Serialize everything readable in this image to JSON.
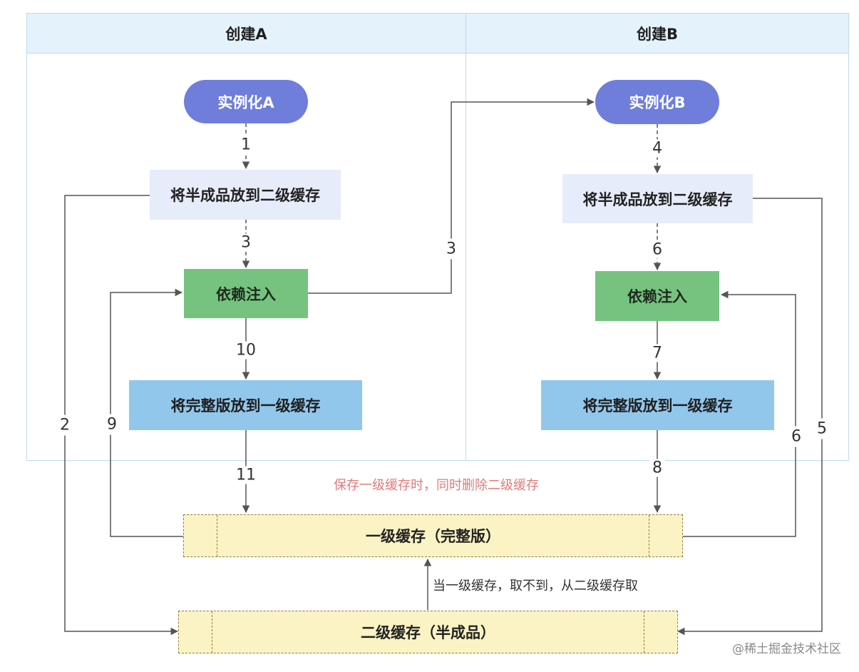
{
  "lanes": [
    {
      "title": "创建A"
    },
    {
      "title": "创建B"
    }
  ],
  "nodes": {
    "instantiate_a": "实例化A",
    "half_to_l2_a": "将半成品放到二级缓存",
    "inject_a": "依赖注入",
    "full_to_l1_a": "将完整版放到一级缓存",
    "instantiate_b": "实例化B",
    "half_to_l2_b": "将半成品放到二级缓存",
    "inject_b": "依赖注入",
    "full_to_l1_b": "将完整版放到一级缓存",
    "level1_cache": "一级缓存（完整版）",
    "level2_cache": "二级缓存（半成品）"
  },
  "edge_labels": {
    "e1": "1",
    "e3_a": "3",
    "e3_cross": "3",
    "e10": "10",
    "e11": "11",
    "e2": "2",
    "e9": "9",
    "e4": "4",
    "e6_b": "6",
    "e7": "7",
    "e8": "8",
    "e6_right": "6",
    "e5": "5"
  },
  "notes": {
    "delete_l2": "保存一级缓存时，同时删除二级缓存",
    "fallback": "当一级缓存，取不到，从二级缓存取"
  },
  "watermark": "@稀土掘金技术社区",
  "colors": {
    "terminal": "#6f7edb",
    "process_light": "#e6ecfa",
    "process_green": "#76c37f",
    "process_blue": "#92c7ec",
    "cache_fill": "#fcf3c4",
    "lane_header": "#e3f2fb",
    "note_red": "#e07b7b",
    "edge": "#555555"
  }
}
